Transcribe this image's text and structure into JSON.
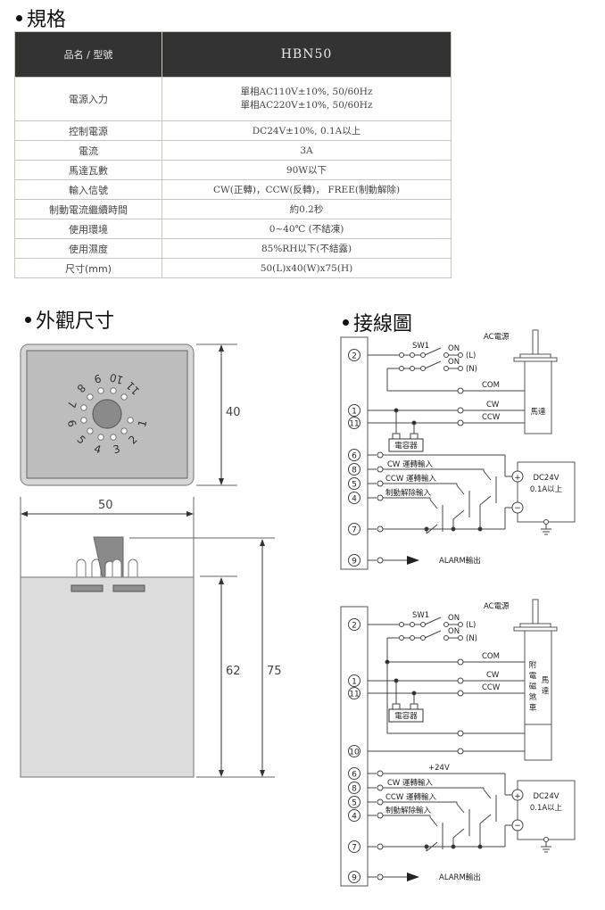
{
  "sections": {
    "spec_title": "規格",
    "dim_title": "外觀尺寸",
    "wiring_title": "接線圖"
  },
  "spec_table": {
    "header": {
      "key": "品名 / 型號",
      "value": "HBN50"
    },
    "rows": [
      {
        "key": "電源入力",
        "value": [
          "單相AC110V±10%, 50/60Hz",
          "單相AC220V±10%, 50/60Hz"
        ]
      },
      {
        "key": "控制電源",
        "value": [
          "DC24V±10%, 0.1A以上"
        ]
      },
      {
        "key": "電流",
        "value": [
          "3A"
        ]
      },
      {
        "key": "馬達瓦數",
        "value": [
          "90W以下"
        ]
      },
      {
        "key": "輸入信號",
        "value": [
          "CW(正轉)，CCW(反轉)， FREE(制動解除)"
        ]
      },
      {
        "key": "制動電流繼續時間",
        "value": [
          "約0.2秒"
        ]
      },
      {
        "key": "使用環境",
        "value": [
          "0~40℃ (不結凍)"
        ]
      },
      {
        "key": "使用濕度",
        "value": [
          "85%RH以下(不結露)"
        ]
      },
      {
        "key": "尺寸(mm)",
        "value": [
          "50(L)x40(W)x75(H)"
        ]
      }
    ]
  },
  "dimensions": {
    "top_height": "40",
    "width": "50",
    "body_height": "62",
    "total_height": "75",
    "dial_numbers": [
      "1",
      "2",
      "3",
      "4",
      "5",
      "6",
      "7",
      "8",
      "9",
      "10",
      "11"
    ]
  },
  "wiring": {
    "ac_source": "AC電源",
    "switch": "SW1",
    "on": "ON",
    "line_l": "(L)",
    "line_n": "(N)",
    "com": "COM",
    "cw": "CW",
    "ccw": "CCW",
    "motor": "馬達",
    "brake_motor": "附電磁煞車",
    "capacitor": "電容器",
    "cw_input": "CW 運轉輸入",
    "ccw_input": "CCW 運轉輸入",
    "brake_release_input": "制動解除輸入",
    "dc_supply_line1": "DC24V",
    "dc_supply_line2": "0.1A以上",
    "plus24": "+24V",
    "alarm_output": "ALARM輸出",
    "terminals_a": [
      "2",
      "1",
      "11",
      "6",
      "8",
      "5",
      "4",
      "7",
      "9"
    ],
    "terminals_b": [
      "2",
      "1",
      "11",
      "10",
      "6",
      "8",
      "5",
      "4",
      "7",
      "9"
    ]
  }
}
